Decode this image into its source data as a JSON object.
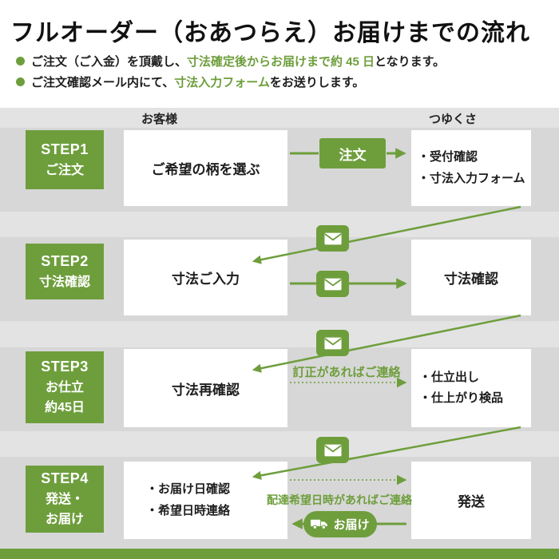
{
  "page": {
    "title": "フルオーダー（おあつらえ）お届けまでの流れ"
  },
  "notes": [
    {
      "pre": "ご注文（ご入金）を頂戴し、",
      "em": "寸法確定後からお届けまで約 45 日",
      "post": "となります。"
    },
    {
      "pre": "ご注文確認メール内にて、",
      "em": "寸法入力フォーム",
      "post": "をお送りします。"
    }
  ],
  "flow": {
    "columns": {
      "left": "お客様",
      "right": "つゆくさ"
    },
    "steps": [
      {
        "num": "STEP1",
        "lines": [
          "ご注文"
        ]
      },
      {
        "num": "STEP2",
        "lines": [
          "寸法確認"
        ]
      },
      {
        "num": "STEP3",
        "lines": [
          "お仕立",
          "約45日"
        ]
      },
      {
        "num": "STEP4",
        "lines": [
          "発送・",
          "お届け"
        ]
      }
    ],
    "boxes": {
      "s1_left": "ご希望の柄を選ぶ",
      "s1_right": [
        "・受付確認",
        "・寸法入力フォーム"
      ],
      "s2_left": "寸法ご入力",
      "s2_right": "寸法確認",
      "s3_left": "寸法再確認",
      "s3_right": [
        "・仕立出し",
        "・仕上がり検品"
      ],
      "s4_left": [
        "・お届け日確認",
        "・希望日時連絡"
      ],
      "s4_right": "発送"
    },
    "actions": {
      "order": "注文",
      "deliver": "お届け"
    },
    "annotations": {
      "correction": "訂正があればご連絡",
      "delivery": "配達希望日時があればご連絡"
    },
    "icons": {
      "mail": "envelope",
      "truck": "delivery-truck",
      "bullet": "green-dot"
    },
    "colors": {
      "accent_green": "#6e9e3c",
      "band_gray": "#d7d7d7",
      "background_gray": "#e3e3e3"
    }
  }
}
